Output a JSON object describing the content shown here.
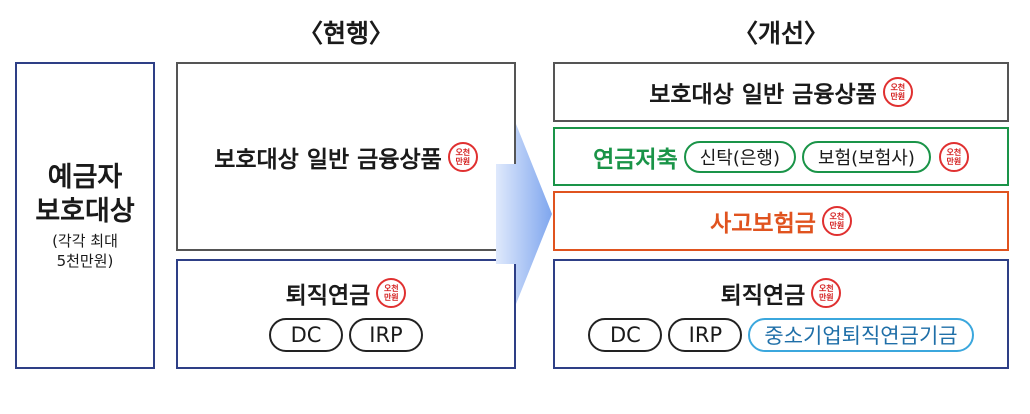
{
  "headers": {
    "current": "〈현행〉",
    "improved": "〈개선〉"
  },
  "left": {
    "title_line1": "예금자",
    "title_line2": "보호대상",
    "note_line1": "(각각 최대",
    "note_line2": "5천만원)"
  },
  "current": {
    "general_products": "보호대상 일반 금융상품",
    "pension": "퇴직연금",
    "pension_items": [
      "DC",
      "IRP"
    ]
  },
  "improved": {
    "general_products": "보호대상 일반 금융상품",
    "annuity_savings": "연금저축",
    "annuity_trust": "신탁(은행)",
    "annuity_insurance": "보험(보험사)",
    "accident_insurance": "사고보험금",
    "pension": "퇴직연금",
    "pension_items": [
      "DC",
      "IRP"
    ],
    "sme_fund": "중소기업퇴직연금기금"
  },
  "badge": {
    "line1": "오천",
    "line2": "만원"
  },
  "colors": {
    "navy": "#2e3f86",
    "gray": "#555555",
    "green": "#1a9448",
    "orange": "#e0531f",
    "sky": "#3ba7dd",
    "red": "#e03030",
    "arrow": "#8fb1f0"
  }
}
